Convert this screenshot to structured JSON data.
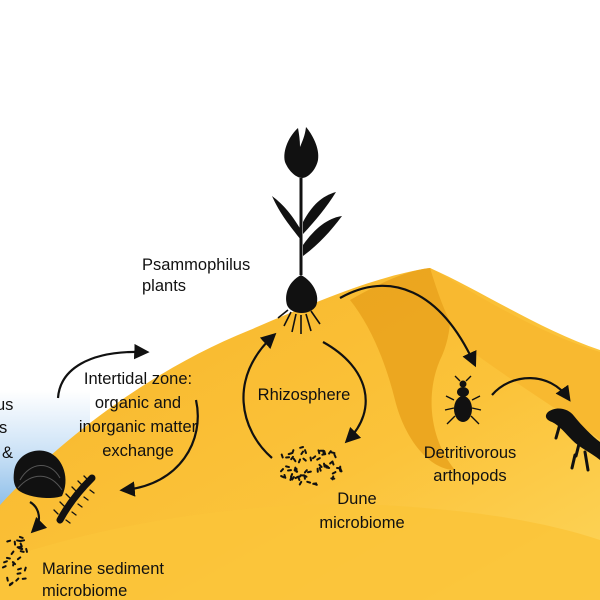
{
  "labels": {
    "plants_l1": "Psammophilus",
    "plants_l2": "plants",
    "intertidal_l1": "Intertidal zone:",
    "intertidal_l2": "organic and",
    "intertidal_l3": "inorganic matter",
    "intertidal_l4": "exchange",
    "rhizosphere": "Rhizosphere",
    "dune_l1": "Dune",
    "dune_l2": "microbiome",
    "detritivores_l1": "Detritivorous",
    "detritivores_l2": "arthopods",
    "marine_l1": "Marine sediment",
    "marine_l2": "microbiome",
    "cut_left_l1": "us",
    "cut_left_l2": "s",
    "cut_left_l3": "&"
  },
  "colors": {
    "sand_light": "#fbc53a",
    "sand_mid": "#f5b01f",
    "sand_dark": "#e9a21c",
    "sea": "#7fb6e6",
    "silhouette": "#111111"
  },
  "icons": [
    "flower-bulb-icon",
    "clam-icon",
    "worm-icon",
    "beetle-icon",
    "lizard-icon",
    "microbe-dots-icon"
  ]
}
